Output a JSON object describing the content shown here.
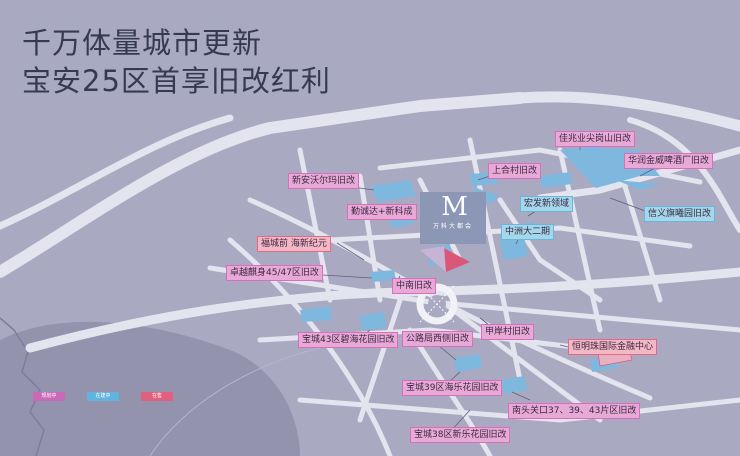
{
  "title": {
    "line1": "千万体量城市更新",
    "line2": "宝安25区首享旧改红利"
  },
  "project": {
    "logo_mark": "M",
    "name": "万科大都会"
  },
  "legend": [
    {
      "label": "规划中",
      "color": "#c96ab8"
    },
    {
      "label": "在建中",
      "color": "#5fb3dd"
    },
    {
      "label": "在售",
      "color": "#e0607e"
    }
  ],
  "labels": [
    {
      "key": "jiahe",
      "text": "佳兆业尖岗山旧改",
      "status": "planning"
    },
    {
      "key": "huarun",
      "text": "华润金威啤酒厂旧改",
      "status": "planning"
    },
    {
      "key": "shanghe",
      "text": "上合村旧改",
      "status": "planning"
    },
    {
      "key": "xinanwo",
      "text": "新安沃尔玛旧改",
      "status": "planning"
    },
    {
      "key": "hongfa",
      "text": "宏发新领域",
      "status": "construction"
    },
    {
      "key": "xinyi",
      "text": "信义旗曦园旧改",
      "status": "construction"
    },
    {
      "key": "qincheng",
      "text": "勤诚达+新科成",
      "status": "planning"
    },
    {
      "key": "zhongzhou",
      "text": "中洲大二期",
      "status": "construction"
    },
    {
      "key": "fuchengqian",
      "text": "福城前 海新纪元",
      "status": "sale"
    },
    {
      "key": "zhuoyue",
      "text": "卓越麒身45/47区旧改",
      "status": "planning"
    },
    {
      "key": "zhongnan",
      "text": "中南旧改",
      "status": "planning"
    },
    {
      "key": "jiaan",
      "text": "甲岸村旧改",
      "status": "planning"
    },
    {
      "key": "baocheng43",
      "text": "宝城43区碧海花园旧改",
      "status": "planning"
    },
    {
      "key": "gonglu",
      "text": "公路局西侧旧改",
      "status": "planning"
    },
    {
      "key": "hengming",
      "text": "恒明珠国际金融中心",
      "status": "sale"
    },
    {
      "key": "baocheng39",
      "text": "宝城39区海乐花园旧改",
      "status": "planning"
    },
    {
      "key": "nantou",
      "text": "南头关口37、39、43片区旧改",
      "status": "planning"
    },
    {
      "key": "baocheng38",
      "text": "宝城38区新乐花园旧改",
      "status": "planning"
    }
  ]
}
